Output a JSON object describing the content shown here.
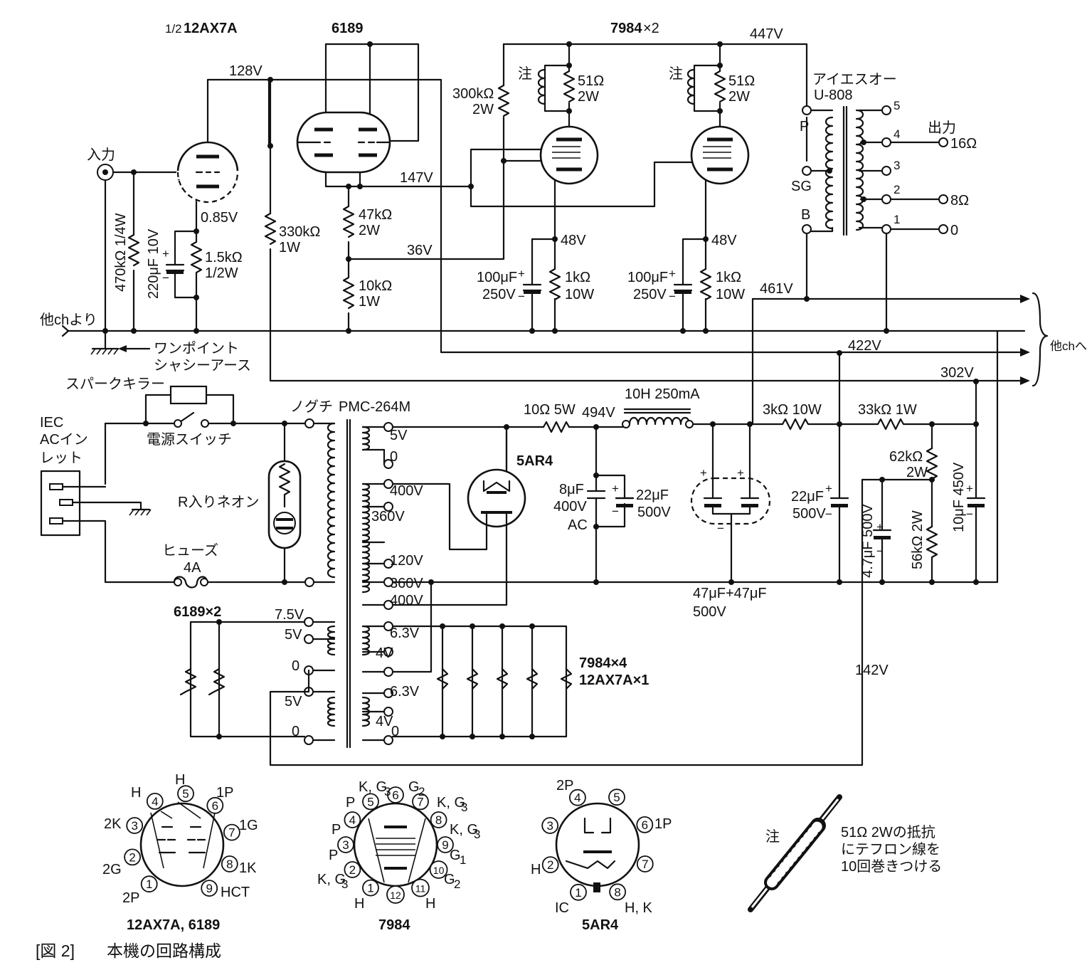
{
  "top_labels": {
    "v1_half": "1/2",
    "v1_type": "12AX7A",
    "v2_type": "6189",
    "v3_type": "7984",
    "v3_count": "×2",
    "v447": "447V",
    "v128": "128V",
    "v147": "147V",
    "v36": "36V",
    "v085": "0.85V",
    "v48a": "48V",
    "v48b": "48V",
    "v461": "461V",
    "v422": "422V",
    "v302": "302V",
    "v494": "494V",
    "v142": "142V"
  },
  "input": {
    "label": "入力",
    "from_other": "他chより",
    "to_other": "他chへ"
  },
  "ground_note": {
    "line1": "ワンポイント",
    "line2": "シャシーアース"
  },
  "components": {
    "r470k": "470kΩ 1/4W",
    "c220u": "220μF 10V",
    "r1k5": "1.5kΩ",
    "r1k5_w": "1/2W",
    "r330k": "330kΩ",
    "r330k_w": "1W",
    "r47k": "47kΩ",
    "r47k_w": "2W",
    "r10k": "10kΩ",
    "r10k_w": "1W",
    "r300k": "300kΩ",
    "r300k_w": "2W",
    "note_a": "注",
    "note_b": "注",
    "r51a": "51Ω",
    "r51a_w": "2W",
    "r51b": "51Ω",
    "r51b_w": "2W",
    "c100a": "100μF",
    "c100a_v": "250V",
    "r1ka": "1kΩ",
    "r1ka_w": "10W",
    "c100b": "100μF",
    "c100b_v": "250V",
    "r1kb": "1kΩ",
    "r1kb_w": "10W"
  },
  "output_transformer": {
    "maker": "アイエスオー",
    "model": "U-808",
    "p": "P",
    "sg": "SG",
    "b": "B",
    "taps": [
      "5",
      "4",
      "3",
      "2",
      "1"
    ],
    "out_label": "出力",
    "o16": "16Ω",
    "o8": "8Ω",
    "o0": "0"
  },
  "power": {
    "spark_killer": "スパークキラー",
    "iec1": "IEC",
    "iec2": "ACイン",
    "iec3": "レット",
    "switch": "電源スイッチ",
    "neon": "R入りネオン",
    "fuse": "ヒューズ",
    "fuse_val": "4A",
    "pt_maker": "ノグチ",
    "pt_model": "PMC-264M",
    "taps_right": [
      "5V",
      "0",
      "400V",
      "360V",
      "120V",
      "360V",
      "400V"
    ],
    "heater1_taps": [
      "7.5V",
      "5V",
      "0"
    ],
    "heater1_r": [
      "6.3V",
      "4V"
    ],
    "heater2_taps": [
      "5V",
      "0"
    ],
    "heater2_r": [
      "6.3V",
      "4V",
      "0"
    ],
    "h6189": "6189×2",
    "h7984": "7984×4",
    "h12ax7": "12AX7A×1",
    "rect": "5AR4",
    "r10": "10Ω 5W",
    "choke": "10H 250mA",
    "c8u": "8μF",
    "c8u_v": "400V",
    "c8u_ac": "AC",
    "c22a": "22μF",
    "c22a_v": "500V",
    "c47": "47μF+47μF",
    "c47_v": "500V",
    "r3k": "3kΩ 10W",
    "r33k": "33kΩ 1W",
    "c22b": "22μF",
    "c22b_v": "500V",
    "r62k": "62kΩ",
    "r62k_w": "2W",
    "c10u": "10μF 450V",
    "c47u": "4.7μF 500V",
    "r56k": "56kΩ 2W"
  },
  "pinouts": {
    "p12ax7": {
      "title": "12AX7A, 6189",
      "pins": [
        "1",
        "2",
        "3",
        "4",
        "5",
        "6",
        "7",
        "8",
        "9"
      ],
      "labels": {
        "h_top": "H",
        "h4": "H",
        "p1p": "1P",
        "g1g": "1G",
        "k1k": "1K",
        "hct": "HCT",
        "k2k": "2K",
        "g2g": "2G",
        "p2p": "2P"
      }
    },
    "p7984": {
      "title": "7984",
      "pins": [
        "1",
        "2",
        "3",
        "4",
        "5",
        "6",
        "7",
        "8",
        "9",
        "10",
        "11",
        "12"
      ],
      "labels": {
        "kg3a": "K, G",
        "g2a": "G",
        "kg3b": "K, G",
        "kg3c": "K, G",
        "g1": "G",
        "g2b": "G",
        "h_r": "H",
        "h_l": "H",
        "kg3d": "K, G",
        "pa": "P",
        "pb": "P",
        "pc": "P",
        "sub3": "3",
        "sub2": "2",
        "sub1": "1"
      }
    },
    "p5ar4": {
      "title": "5AR4",
      "pins": [
        "1",
        "2",
        "3",
        "4",
        "5",
        "6",
        "7",
        "8"
      ],
      "labels": {
        "p2": "2P",
        "p1": "1P",
        "h2": "H",
        "ic": "IC",
        "hk": "H, K"
      }
    }
  },
  "note": {
    "mark": "注",
    "line1": "51Ω 2Wの抵抗",
    "line2": "にテフロン線を",
    "line3": "10回巻きつける"
  },
  "caption": {
    "fig": "[図 2]",
    "text": "本機の回路構成"
  }
}
